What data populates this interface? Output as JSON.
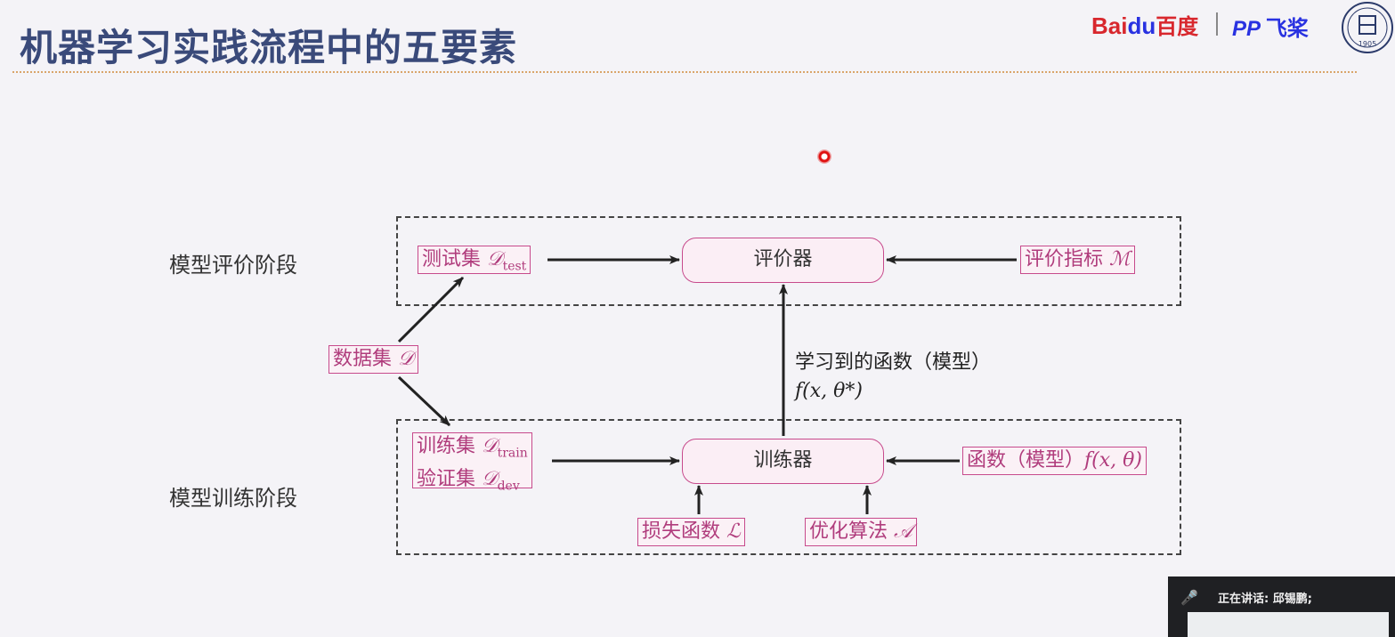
{
  "slide": {
    "title": "机器学习实践流程中的五要素",
    "logos": {
      "baidu_a": "Bai",
      "baidu_b": "du",
      "baidu_c": "百度",
      "paddle_a": "PP",
      "paddle_b": "飞桨",
      "seal_text": "1905"
    }
  },
  "diagram": {
    "eval_stage": "模型评价阶段",
    "train_stage": "模型训练阶段",
    "dataset": {
      "prefix": "数据集",
      "symbol": "𝒟"
    },
    "testset": {
      "prefix": "测试集",
      "symbol": "𝒟",
      "sub": "test"
    },
    "trainset": {
      "prefix": "训练集",
      "symbol": "𝒟",
      "sub": "train"
    },
    "devset": {
      "prefix": "验证集",
      "symbol": "𝒟",
      "sub": "dev"
    },
    "evaluator": "评价器",
    "trainer": "训练器",
    "metric": {
      "prefix": "评价指标",
      "symbol": "ℳ"
    },
    "function_model": {
      "prefix": "函数（模型）",
      "formula": "f(x, θ)"
    },
    "loss": {
      "prefix": "损失函数",
      "symbol": "ℒ"
    },
    "optimizer": {
      "prefix": "优化算法",
      "symbol": "𝒜"
    },
    "learned_label": "学习到的函数（模型）",
    "learned_formula": "f(x, θ*)"
  },
  "meeting": {
    "speaking_label": "正在讲话: 邱锡鹏;"
  },
  "colors": {
    "title": "#3a4a7a",
    "accent": "#c74a8c",
    "dotted_rule": "#d9a56a"
  }
}
